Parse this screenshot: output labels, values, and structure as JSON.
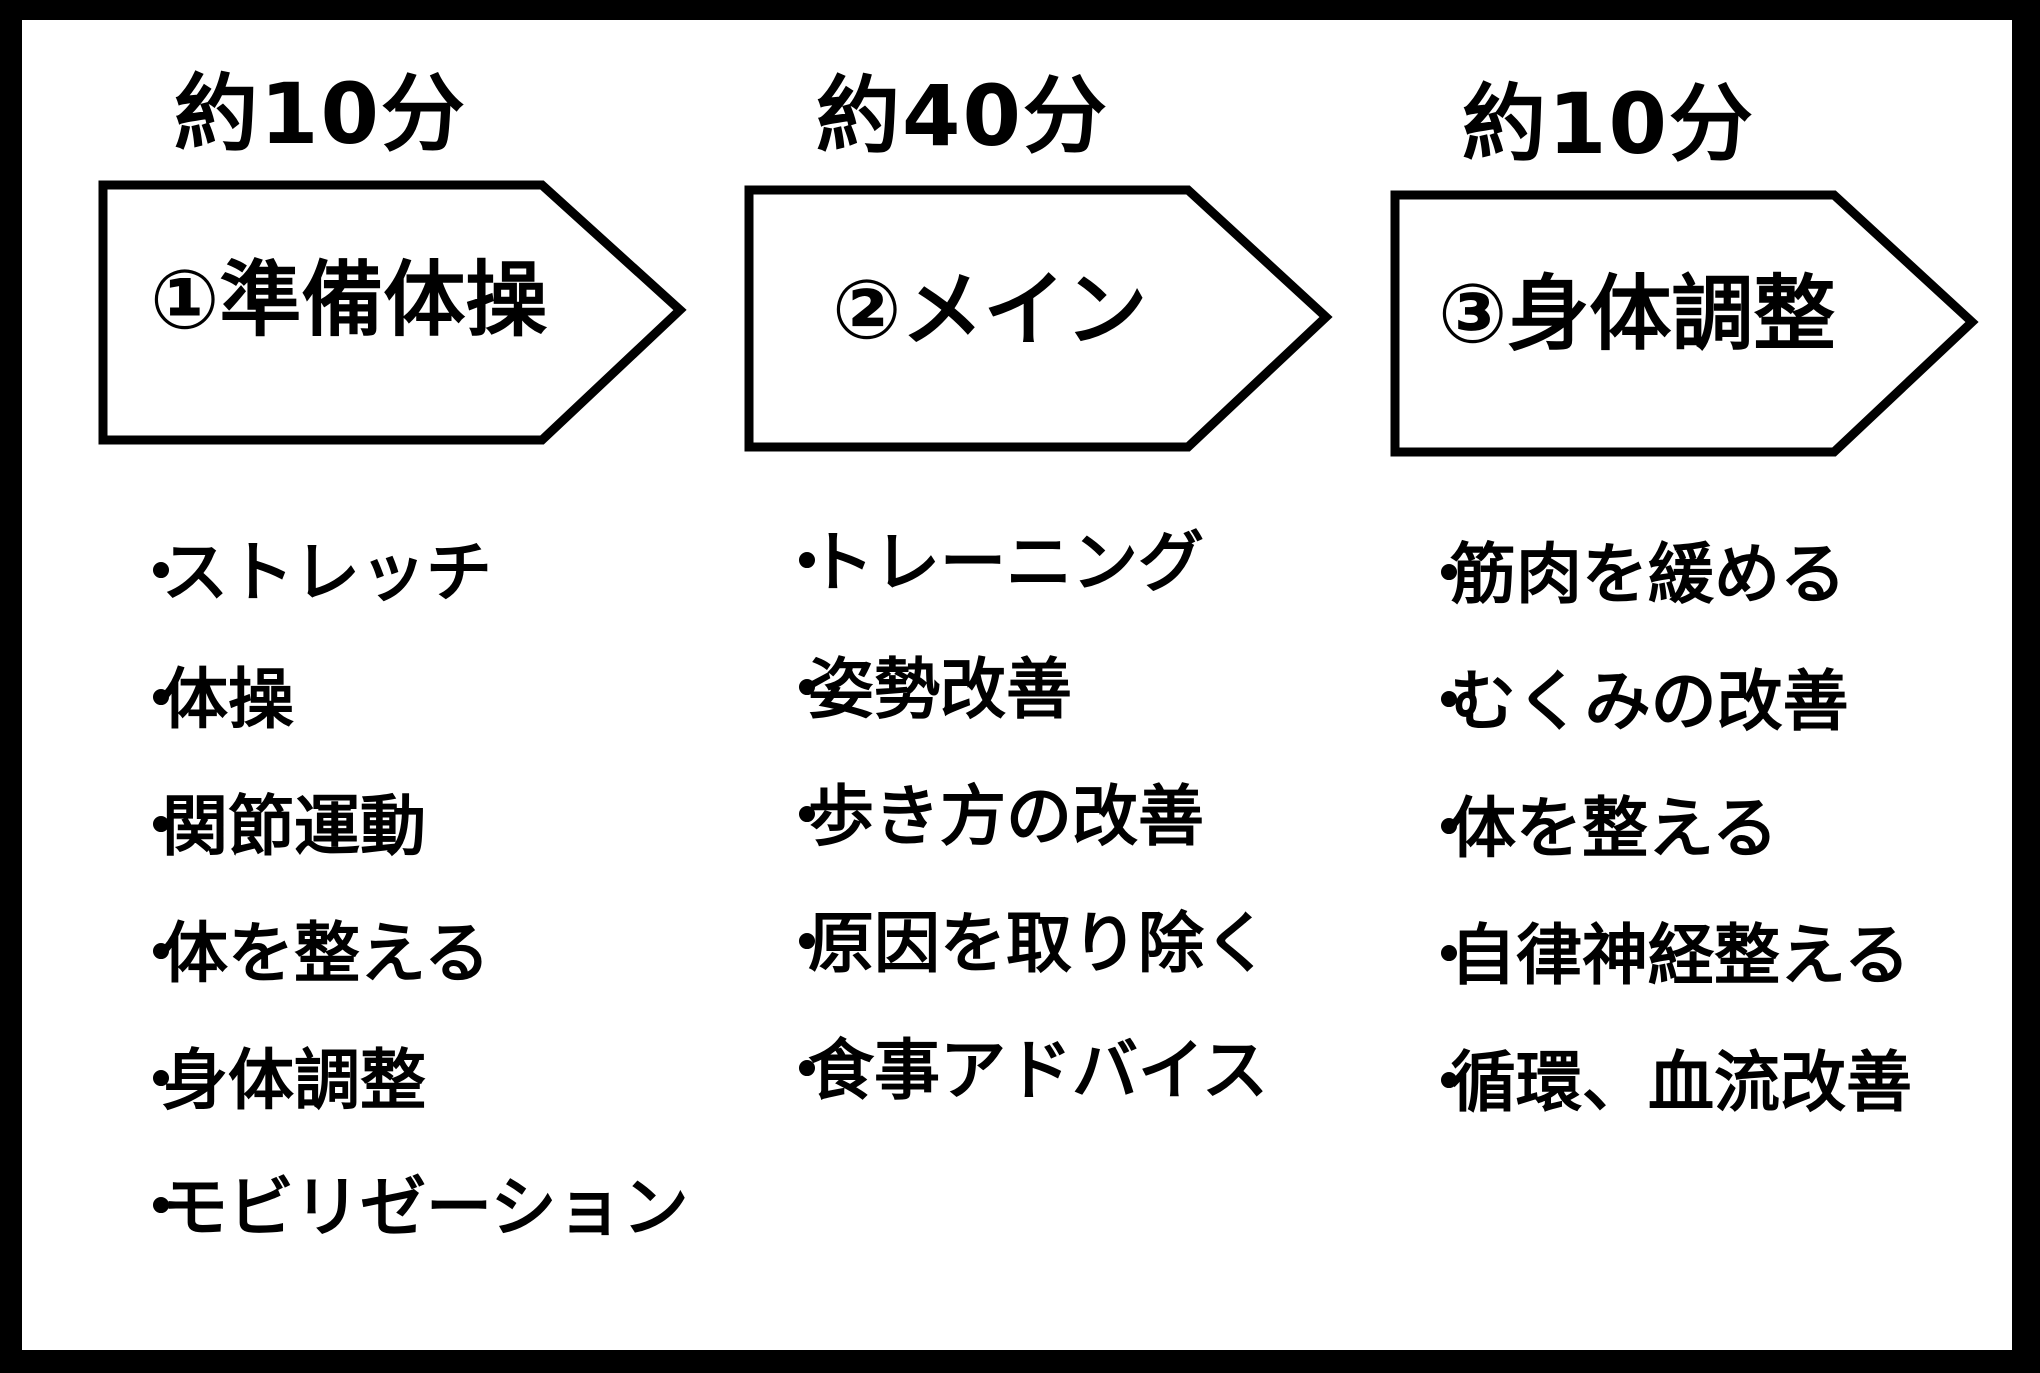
{
  "stages": [
    {
      "duration": "約10分",
      "title": "①準備体操",
      "bullet": "・",
      "items": [
        "ストレッチ",
        "体操",
        "関節運動",
        "体を整える",
        "身体調整",
        "モビリゼーション"
      ]
    },
    {
      "duration": "約40分",
      "title": "②メイン",
      "bullet": "・",
      "items": [
        "トレーニング",
        "姿勢改善",
        "歩き方の改善",
        "原因を取り除く",
        "食事アドバイス"
      ]
    },
    {
      "duration": "約10分",
      "title": "③身体調整",
      "bullet": "・",
      "items": [
        "筋肉を緩める",
        "むくみの改善",
        "体を整える",
        "自律神経整える",
        "循環、血流改善"
      ]
    }
  ],
  "colors": {
    "frame": "#000000",
    "background": "#ffffff",
    "stroke": "#000000"
  }
}
